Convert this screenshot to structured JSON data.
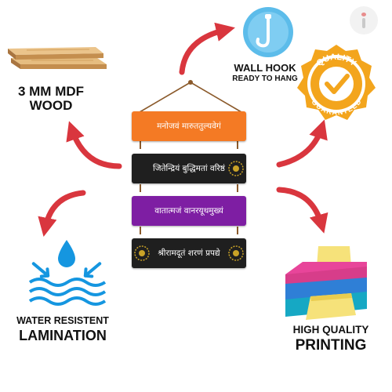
{
  "features": {
    "wood": {
      "line1": "3 MM MDF",
      "line2": "WOOD"
    },
    "hook": {
      "line1": "WALL HOOK",
      "line2": "READY TO HANG"
    },
    "lamination": {
      "line1": "WATER RESISTENT",
      "line2": "LAMINATION"
    },
    "printing": {
      "line1": "HIGH QUALITY",
      "line2": "PRINTING"
    }
  },
  "stamp": {
    "top": "QUALITY",
    "bottom": "GUARANTEED"
  },
  "boards": [
    {
      "text": "मनोजवं मारुततुल्यवेगं",
      "color": "#f47a24"
    },
    {
      "text": "जितेन्द्रियं बुद्धिमतां वरिष्ठं",
      "color": "#1f1f1f"
    },
    {
      "text": "वातात्मजं वानरयूथमुख्यं",
      "color": "#7e1ea3"
    },
    {
      "text": "श्रीरामदूतं शरणं प्रपद्ये",
      "color": "#1f1f1f"
    }
  ],
  "colors": {
    "arrow": "#d9363e",
    "hook": "#56b8e8",
    "stamp": "#f3a51d",
    "water": "#1596e0"
  },
  "icons": [
    "wood-planks-icon",
    "wall-hook-icon",
    "quality-guaranteed-stamp-icon",
    "water-drop-icon",
    "printer-icon",
    "brand-logo-icon"
  ]
}
